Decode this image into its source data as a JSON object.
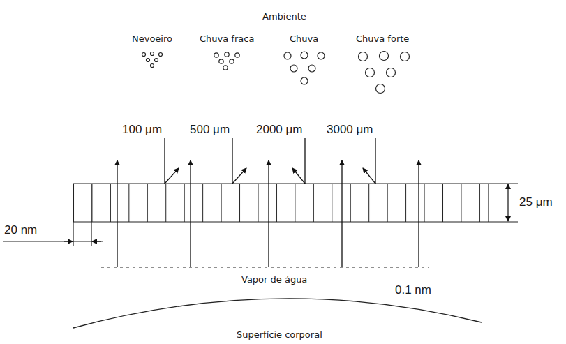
{
  "diagram": {
    "labels": [
      "Ambiente",
      "Nevoeiro",
      "Chuva fraca",
      "Chuva",
      "Chuva forte",
      "100 μm",
      "500 μm",
      "2000 μm",
      "3000 μm",
      "25 μm",
      "20 nm",
      "Vapor de água",
      "0.1 nm",
      "Superfície corporal"
    ]
  }
}
